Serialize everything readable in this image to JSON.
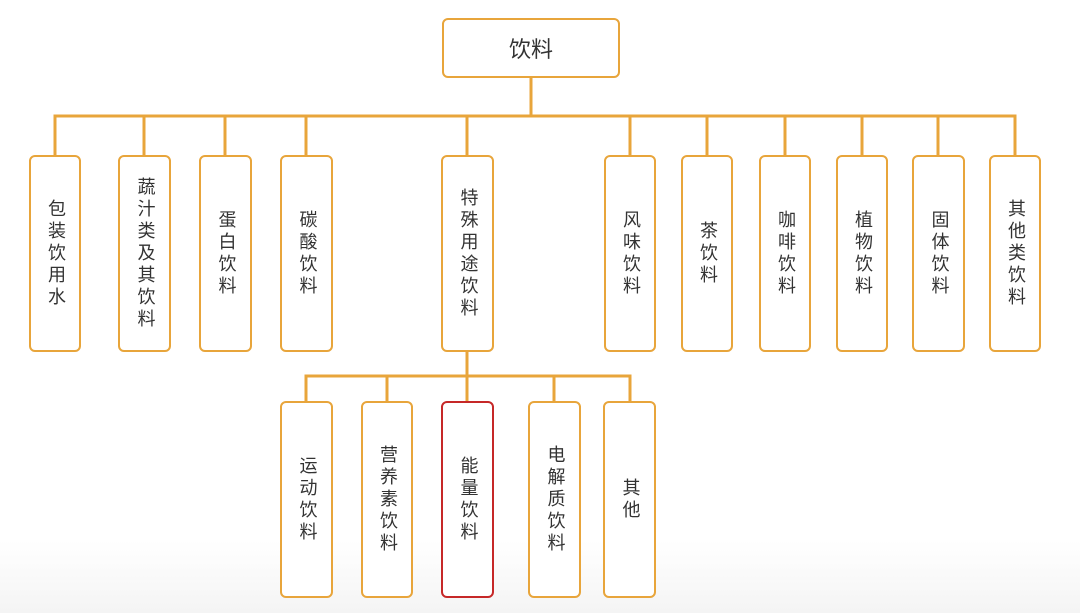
{
  "colors": {
    "line": "#e8a53b",
    "box_border": "#e8a53b",
    "highlight_border": "#c62828",
    "text": "#333333"
  },
  "root": {
    "label": "饮料"
  },
  "categories": [
    {
      "label": "包装饮用水"
    },
    {
      "label": "蔬汁类及其饮料"
    },
    {
      "label": "蛋白饮料"
    },
    {
      "label": "碳酸饮料"
    },
    {
      "label": "特殊用途饮料"
    },
    {
      "label": "风味饮料"
    },
    {
      "label": "茶饮料"
    },
    {
      "label": "咖啡饮料"
    },
    {
      "label": "植物饮料"
    },
    {
      "label": "固体饮料"
    },
    {
      "label": "其他类饮料"
    }
  ],
  "special_children": [
    {
      "label": "运动饮料"
    },
    {
      "label": "营养素饮料"
    },
    {
      "label": "能量饮料",
      "highlighted": true
    },
    {
      "label": "电解质饮料"
    },
    {
      "label": "其他"
    }
  ]
}
